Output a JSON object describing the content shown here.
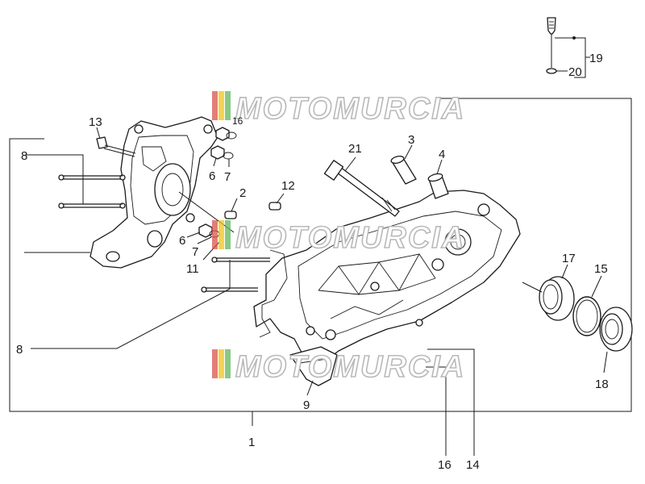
{
  "diagram": {
    "callouts": [
      "1",
      "2",
      "3",
      "4",
      "6",
      "6",
      "7",
      "7",
      "8",
      "8",
      "9",
      "11",
      "12",
      "13",
      "14",
      "15",
      "16",
      "17",
      "18",
      "19",
      "20",
      "21",
      "16"
    ],
    "watermark": "MOTOMURCIA",
    "colors": {
      "line": "#1a1a1a",
      "watermark_outline": "#b9b9b9",
      "flag_red": "#d9534f",
      "flag_yellow": "#f0c419",
      "flag_green": "#5cb85c"
    }
  }
}
